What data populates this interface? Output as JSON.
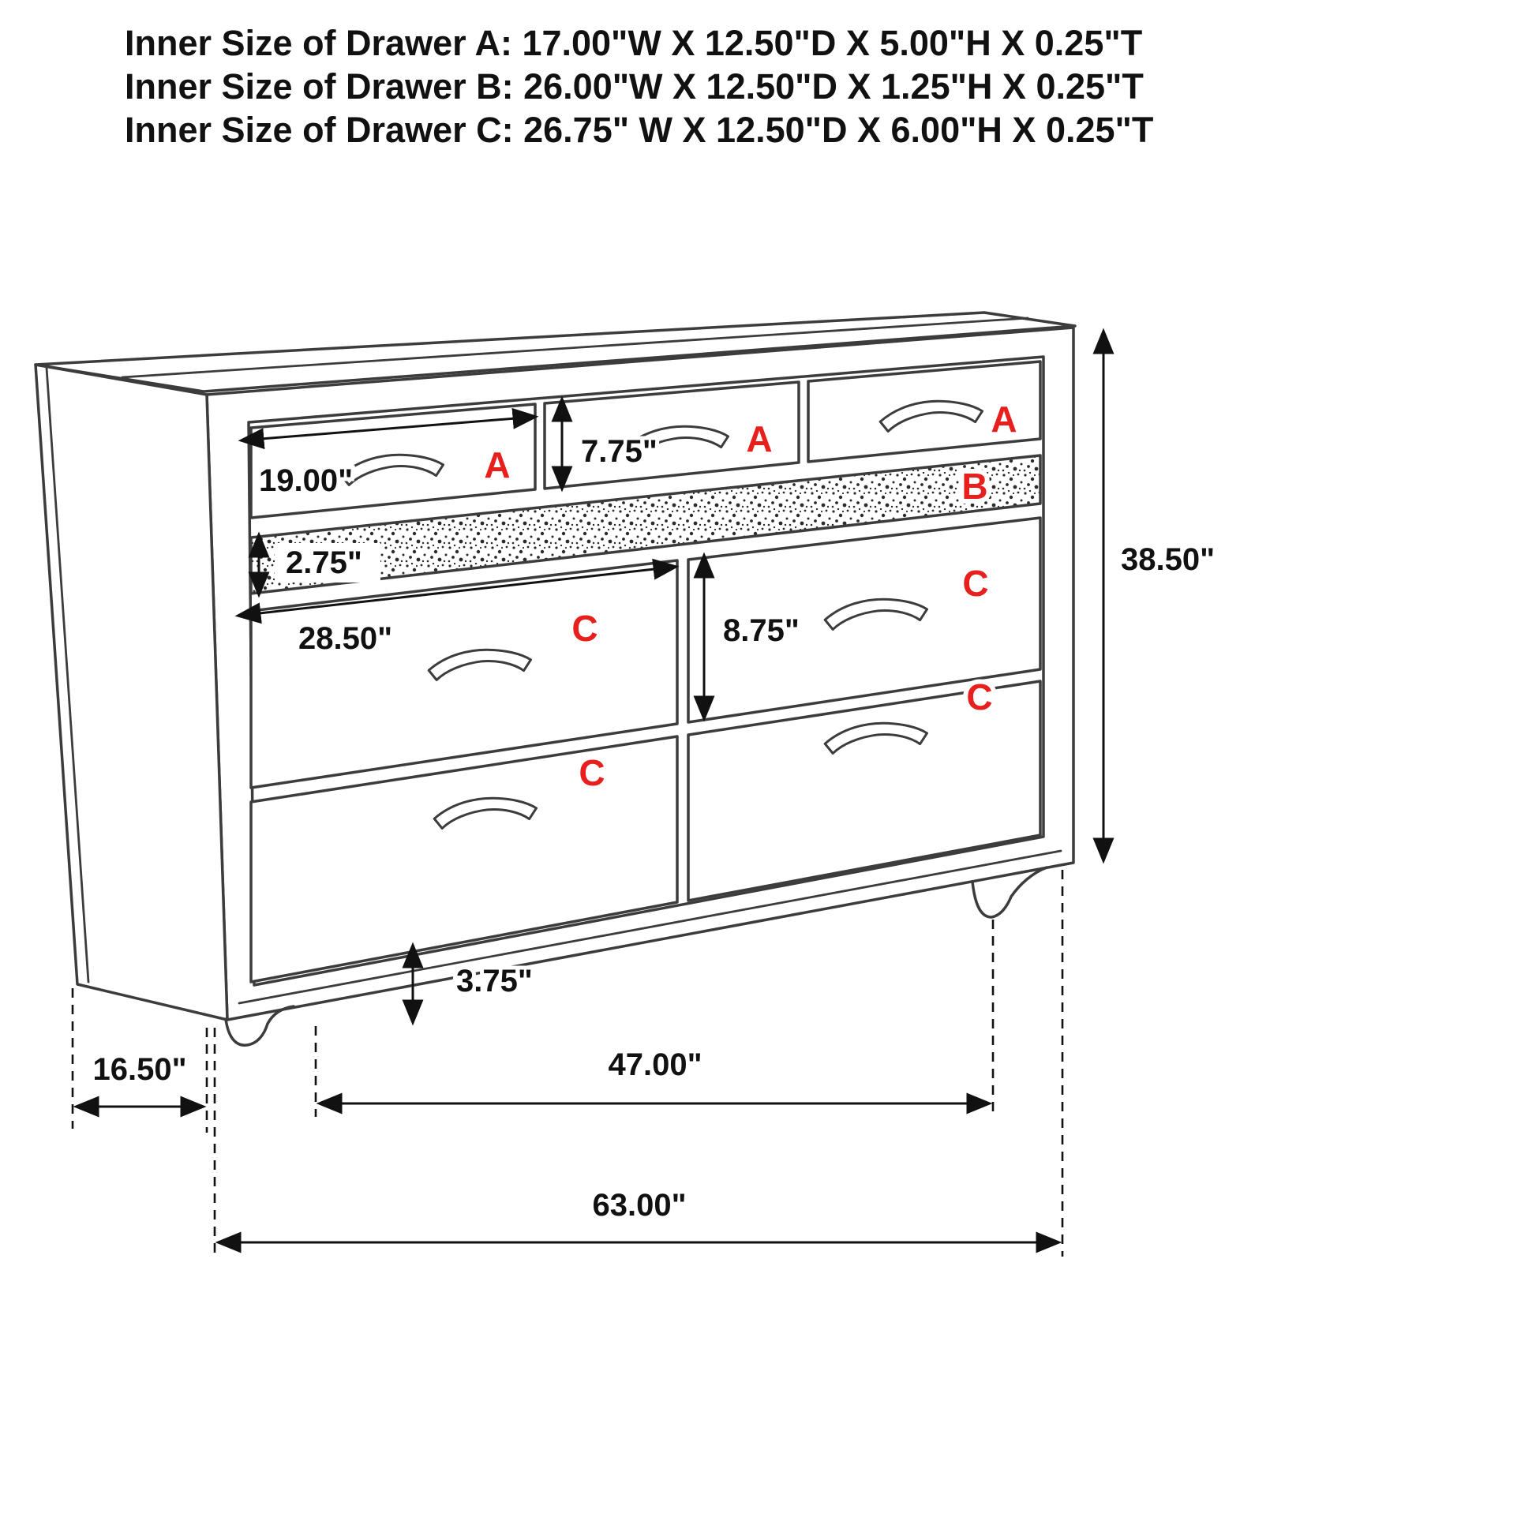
{
  "header": {
    "lines": [
      "Inner Size of Drawer A: 17.00\"W X 12.50\"D X 5.00\"H X 0.25\"T",
      "Inner Size of Drawer B: 26.00\"W X 12.50\"D X 1.25\"H X 0.25\"T",
      "Inner Size of Drawer C: 26.75\" W X 12.50\"D X 6.00\"H X 0.25\"T"
    ]
  },
  "diagram": {
    "drawer_labels": {
      "a1": "A",
      "a2": "A",
      "a3": "A",
      "b": "B",
      "c1": "C",
      "c2": "C",
      "c3": "C",
      "c4": "C"
    },
    "dimensions": {
      "drawer_a_width": "19.00\"",
      "drawer_a_height": "7.75\"",
      "drawer_b_height": "2.75\"",
      "drawer_c_width": "28.50\"",
      "drawer_c_height": "8.75\"",
      "overall_height": "38.50\"",
      "foot_height": "3.75\"",
      "depth": "16.50\"",
      "leg_span": "47.00\"",
      "overall_width": "63.00\""
    },
    "colors": {
      "label_red": "#e8201d",
      "line": "#3c3c3c",
      "text": "#111111",
      "background": "#ffffff"
    }
  }
}
